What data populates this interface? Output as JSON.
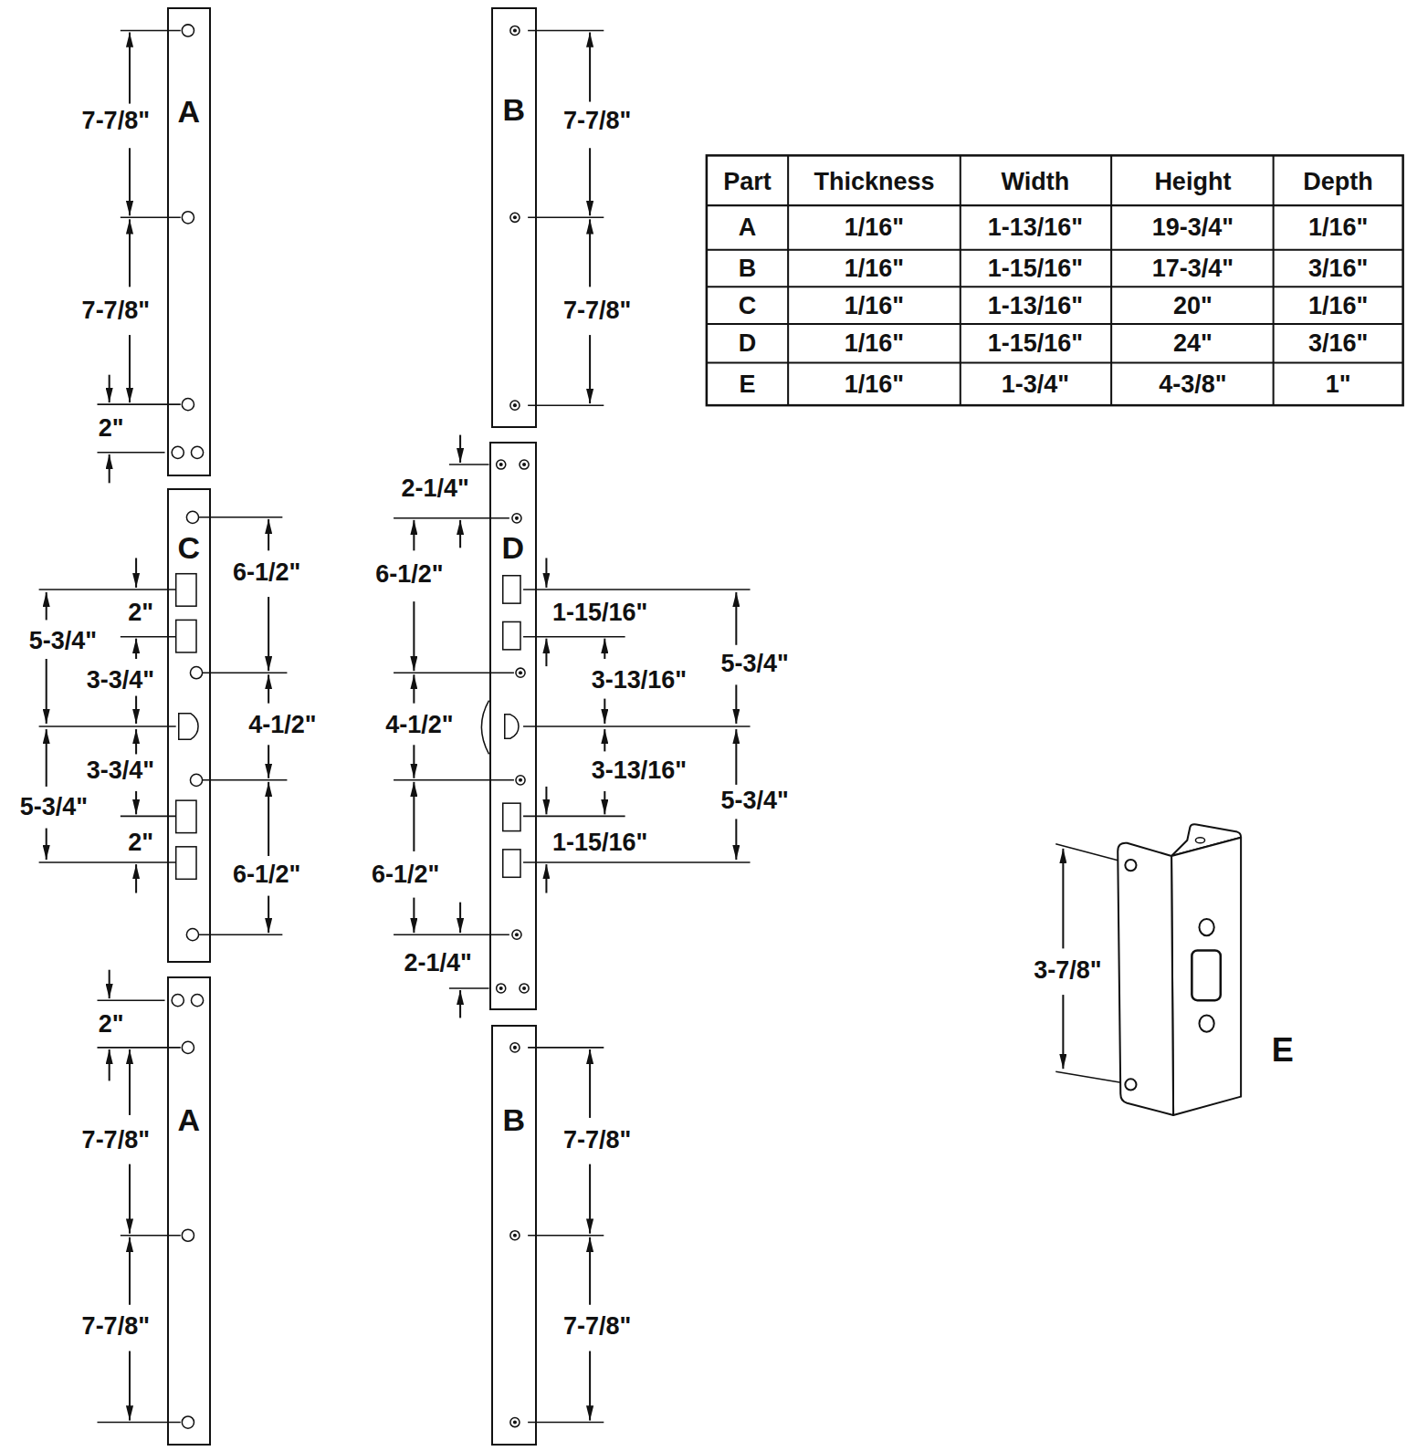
{
  "diagram": {
    "nodes": [
      {
        "text": [
          "A"
        ]
      },
      {
        "text": [
          "B"
        ]
      },
      {
        "text": [
          "C"
        ]
      },
      {
        "text": [
          "D"
        ]
      },
      {
        "text": [
          "A"
        ]
      },
      {
        "text": [
          "B"
        ]
      }
    ],
    "labels": [
      "7-7/8\"",
      "7-7/8\"",
      "Part",
      "Thickness",
      "Width",
      "Height",
      "Depth",
      "A",
      "1/16\"",
      "1-13/16\"",
      "19-3/4\"",
      "1/16\"",
      "B",
      "1/16\"",
      "1-15/16\"",
      "17-3/4\"",
      "3/16\"",
      "C",
      "1/16\"",
      "1-13/16\"",
      "20\"",
      "1/16\"",
      "D",
      "1/16\"",
      "1-15/16\"",
      "24\"",
      "3/16\"",
      "E",
      "1/16\"",
      "1-3/4\"",
      "4-3/8\"",
      "1\"",
      "7-7/8\"",
      "7-7/8\"",
      "2\"",
      "2-1/4\"",
      "6-1/2\"",
      "6-1/2\"",
      "2\"",
      "1-15/16\"",
      "5-3/4\"",
      "5-3/4\"",
      "3-3/4\"",
      "3-13/16\"",
      "4-1/2\"",
      "4-1/2\"",
      "3-3/4\"",
      "3-13/16\"",
      "5-3/4\"",
      "5-3/4\"",
      "2\"",
      "1-15/16\"",
      "6-1/2\"",
      "6-1/2\"",
      "2-1/4\"",
      "3-7/8\"",
      "2\"",
      "E",
      "7-7/8\"",
      "7-7/8\"",
      "7-7/8\"",
      "7-7/8\""
    ]
  }
}
